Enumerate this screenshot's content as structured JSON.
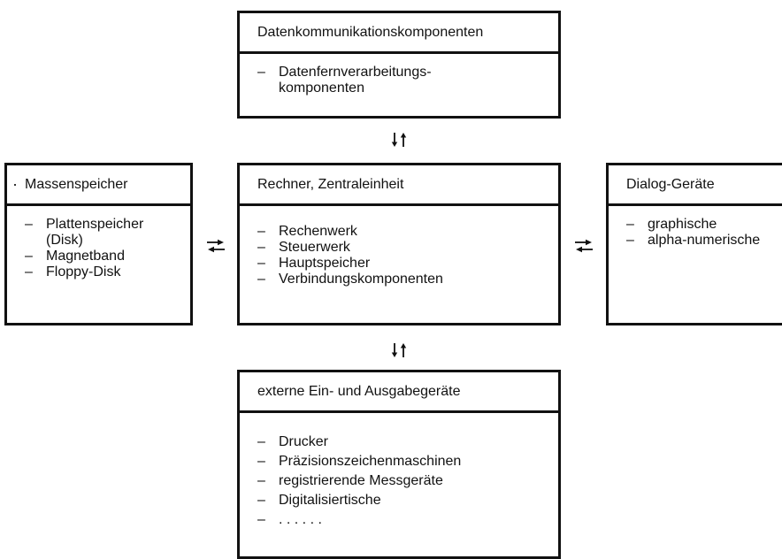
{
  "boxes": {
    "datenkommunikation": {
      "title": "Datenkommunikationskomponenten",
      "items": [
        {
          "dash": "–",
          "text": "Datenfernverarbeitungs-\nkomponenten"
        }
      ]
    },
    "rechner": {
      "title": "Rechner,  Zentraleinheit",
      "items": [
        {
          "dash": "–",
          "text": "Rechenwerk"
        },
        {
          "dash": "–",
          "text": "Steuerwerk"
        },
        {
          "dash": "–",
          "text": "Hauptspeicher"
        },
        {
          "dash": "–",
          "text": "Verbindungskomponenten"
        }
      ]
    },
    "massenspeicher": {
      "title": "Massenspeicher",
      "items": [
        {
          "dash": "–",
          "text": "Plattenspeicher\n(Disk)"
        },
        {
          "dash": "–",
          "text": "Magnetband"
        },
        {
          "dash": "–",
          "text": "Floppy-Disk"
        }
      ]
    },
    "dialog": {
      "title": "Dialog-Geräte",
      "items": [
        {
          "dash": "–",
          "text": "graphische"
        },
        {
          "dash": "–",
          "text": "alpha-numerische"
        }
      ]
    },
    "extern": {
      "title": "externe Ein- und Ausgabegeräte",
      "items": [
        {
          "dash": "–",
          "text": "Drucker"
        },
        {
          "dash": "–",
          "text": "Präzisionszeichenmaschinen"
        },
        {
          "dash": "–",
          "text": "registrierende Messgeräte"
        },
        {
          "dash": "–",
          "text": "Digitalisiertische"
        },
        {
          "dash": "–",
          "text": ". . . . . ."
        }
      ]
    }
  },
  "connectors": {
    "top": "bidirectional-vertical",
    "bottom": "bidirectional-vertical",
    "left": "bidirectional-horizontal",
    "right": "bidirectional-horizontal"
  }
}
